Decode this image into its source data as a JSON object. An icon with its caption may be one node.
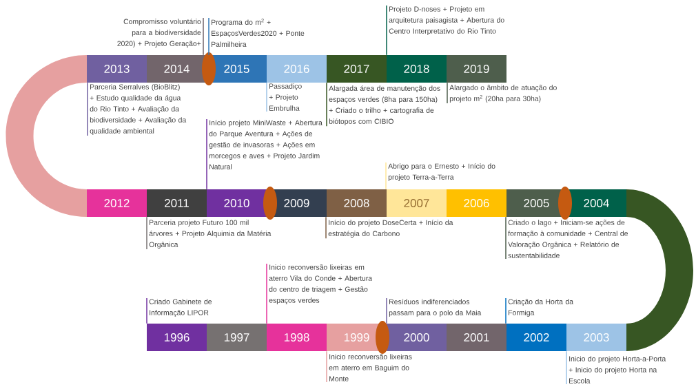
{
  "diagram": {
    "nodes": [
      {
        "text": [
          "2013"
        ]
      },
      {
        "text": [
          "2014"
        ]
      },
      {
        "text": [
          "2015"
        ]
      },
      {
        "text": [
          "2016"
        ]
      },
      {
        "text": [
          "2017"
        ]
      },
      {
        "text": [
          "2018"
        ]
      },
      {
        "text": [
          "2019"
        ]
      },
      {
        "text": [
          "2012"
        ]
      },
      {
        "text": [
          "2011"
        ]
      },
      {
        "text": [
          "2010"
        ]
      },
      {
        "text": [
          "2009"
        ]
      },
      {
        "text": [
          "2008"
        ]
      },
      {
        "text": [
          "2007"
        ]
      },
      {
        "text": [
          "2006"
        ]
      },
      {
        "text": [
          "2005"
        ]
      },
      {
        "text": [
          "2004"
        ]
      },
      {
        "text": [
          "1996"
        ]
      },
      {
        "text": [
          "1997"
        ]
      },
      {
        "text": [
          "1998"
        ]
      },
      {
        "text": [
          "1999"
        ]
      },
      {
        "text": [
          "2000"
        ]
      },
      {
        "text": [
          "2001"
        ]
      },
      {
        "text": [
          "2002"
        ]
      },
      {
        "text": [
          "2003"
        ]
      },
      {
        "text": [
          "Compromisso voluntário para a biodiversidade 2020) + Projeto Geração+"
        ]
      },
      {
        "text": [
          "Programa do m$^{2}$ + EspaçosVerdes2020 + Ponte Palmilheira"
        ]
      },
      {
        "text": [
          "Projeto D-noses + Projeto em arquitetura paisagista + Abertura do Centro Interpretativo do Rio Tinto"
        ]
      },
      {
        "text": [
          "Parceria Serralves (BioBlitz) + Estudo qualidade da água do Rio Tinto + Avaliação da biodiversidade + Avaliação da qualidade ambiental"
        ]
      },
      {
        "text": [
          "Passadiço + Projeto Embrulha"
        ]
      },
      {
        "text": [
          "Alargada área de manutenção dos espaços verdes (8ha para 150ha) + Criado o trilho + cartografia de biótopos com CIBIO"
        ]
      },
      {
        "text": [
          "Alargado o âmbito de atuação do projeto m$^{2}$ (20ha para 30ha)"
        ]
      },
      {
        "text": [
          "Início projeto MiniWaste + Abertura do Parque Aventura + Ações de gestão de invasoras + Ações em morcegos e aves + Projeto Jardim Natural"
        ]
      },
      {
        "text": [
          "Abrigo para o Ernesto + Início do projeto Terra-a-Terra"
        ]
      },
      {
        "text": [
          "Parceria projeto Futuro 100 mil árvores + Projeto Alquimia da Matéria Orgânica"
        ]
      },
      {
        "text": [
          "Início do projeto DoseCerta + Início da estratégia do Carbono"
        ]
      },
      {
        "text": [
          "Criado o lago + Iniciam-se ações de formação à comunidade + Central de Valoração Orgânica + Relatório de sustentabilidade"
        ]
      },
      {
        "text": [
          "Inicio reconversão lixeiras em aterro Vila do Conde + Abertura do centro de triagem + Gestão espaços verdes"
        ]
      },
      {
        "text": [
          "Criado Gabinete de Informação LIPOR"
        ]
      },
      {
        "text": [
          "Resíduos indiferenciados passam para o polo da Maia"
        ]
      },
      {
        "text": [
          "Criação da Horta da Formiga"
        ]
      },
      {
        "text": [
          "Inicio reconversão lixeiras em aterro em Baguim do Monte"
        ]
      },
      {
        "text": [
          "Inicio do projeto Horta-a-Porta + Inicio do projeto Horta na Escola"
        ]
      }
    ],
    "edges": [
      {
        "from": 24,
        "to": 1,
        "arrow": "none",
        "color": "#72656b"
      },
      {
        "from": 25,
        "to": 2,
        "arrow": "none",
        "color": "#2e75b6"
      },
      {
        "from": 26,
        "to": 5,
        "arrow": "none",
        "color": "#00614a"
      },
      {
        "from": 27,
        "to": 0,
        "arrow": "none",
        "color": "#7060a0"
      },
      {
        "from": 28,
        "to": 3,
        "arrow": "none",
        "color": "#9dc3e6"
      },
      {
        "from": 29,
        "to": 4,
        "arrow": "none",
        "color": "#375623"
      },
      {
        "from": 30,
        "to": 6,
        "arrow": "none",
        "color": "#4e5e4c"
      },
      {
        "from": 31,
        "to": 9,
        "arrow": "none",
        "color": "#7030a0"
      },
      {
        "from": 32,
        "to": 12,
        "arrow": "none",
        "color": "#ffe699"
      },
      {
        "from": 33,
        "to": 8,
        "arrow": "none",
        "color": "#767171"
      },
      {
        "from": 34,
        "to": 11,
        "arrow": "none",
        "color": "#7f6045"
      },
      {
        "from": 35,
        "to": 14,
        "arrow": "none",
        "color": "#4e5e4c"
      },
      {
        "from": 36,
        "to": 18,
        "arrow": "none",
        "color": "#e6329b"
      },
      {
        "from": 37,
        "to": 16,
        "arrow": "none",
        "color": "#7030a0"
      },
      {
        "from": 38,
        "to": 20,
        "arrow": "none",
        "color": "#7060a0"
      },
      {
        "from": 39,
        "to": 22,
        "arrow": "none",
        "color": "#0070c0"
      },
      {
        "from": 40,
        "to": 19,
        "arrow": "none",
        "color": "#e6a0a0"
      },
      {
        "from": 41,
        "to": 23,
        "arrow": "none",
        "color": "#9dc3e6"
      }
    ]
  }
}
